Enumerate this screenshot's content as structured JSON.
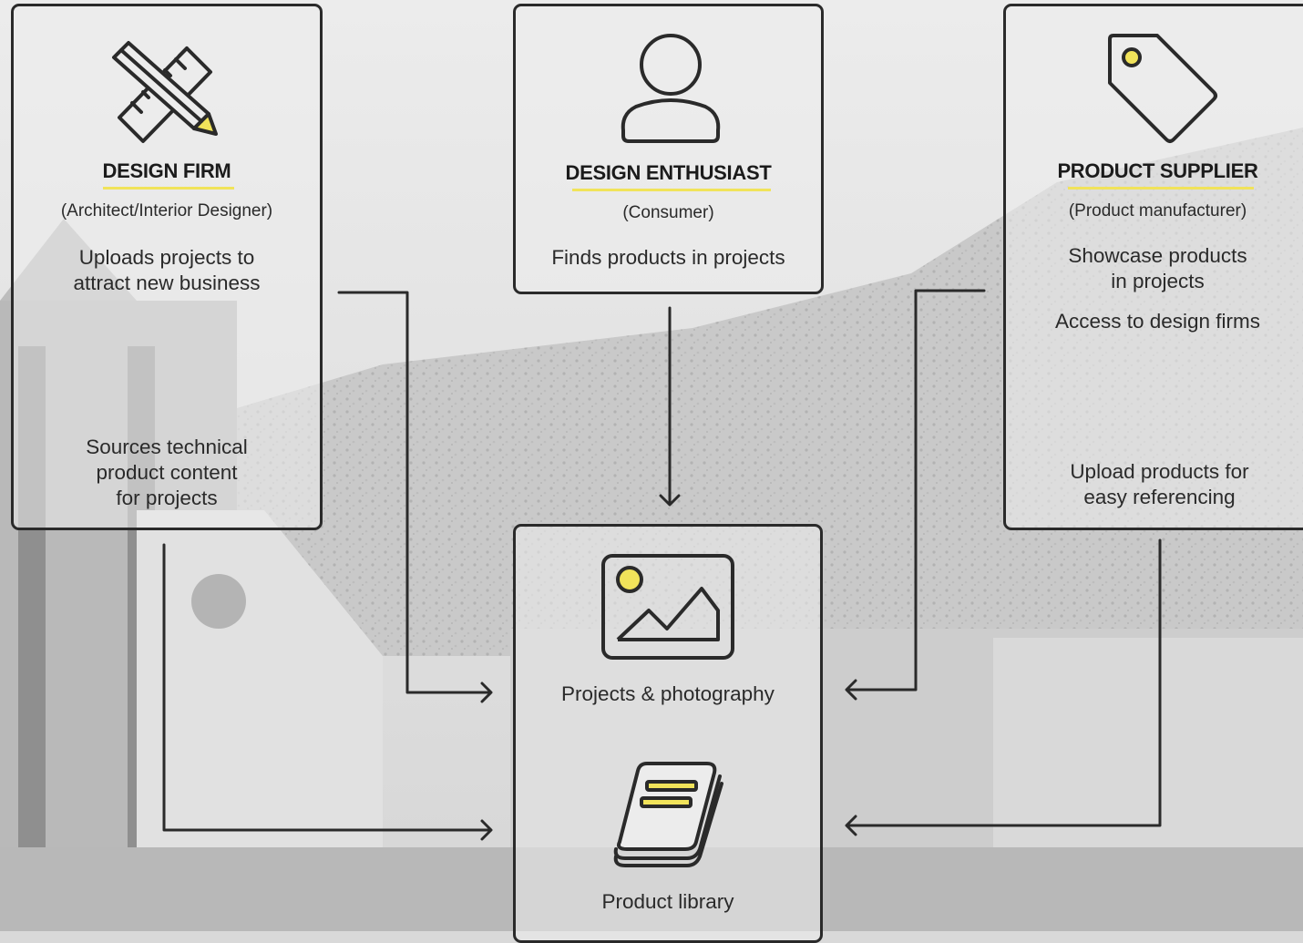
{
  "design_firm": {
    "title": "DESIGN FIRM",
    "subtitle": "(Architect/Interior Designer)",
    "line1": "Uploads projects to",
    "line2": "attract new business",
    "source_line1": "Sources technical",
    "source_line2": "product content",
    "source_line3": "for projects",
    "icon": "ruler-pencil-icon"
  },
  "design_enthusiast": {
    "title": "DESIGN ENTHUSIAST",
    "subtitle": "(Consumer)",
    "line1": "Finds products in projects",
    "icon": "person-icon"
  },
  "product_supplier": {
    "title": "PRODUCT SUPPLIER",
    "subtitle": "(Product manufacturer)",
    "line1": "Showcase products",
    "line2": "in projects",
    "line3": "Access to design firms",
    "upload_line1": "Upload products for",
    "upload_line2": "easy referencing",
    "icon": "price-tag-icon"
  },
  "platform": {
    "projects_label": "Projects & photography",
    "library_label": "Product library",
    "projects_icon": "image-icon",
    "library_icon": "book-icon"
  },
  "colors": {
    "accent": "#f1e35a",
    "stroke": "#2a2a2a"
  }
}
